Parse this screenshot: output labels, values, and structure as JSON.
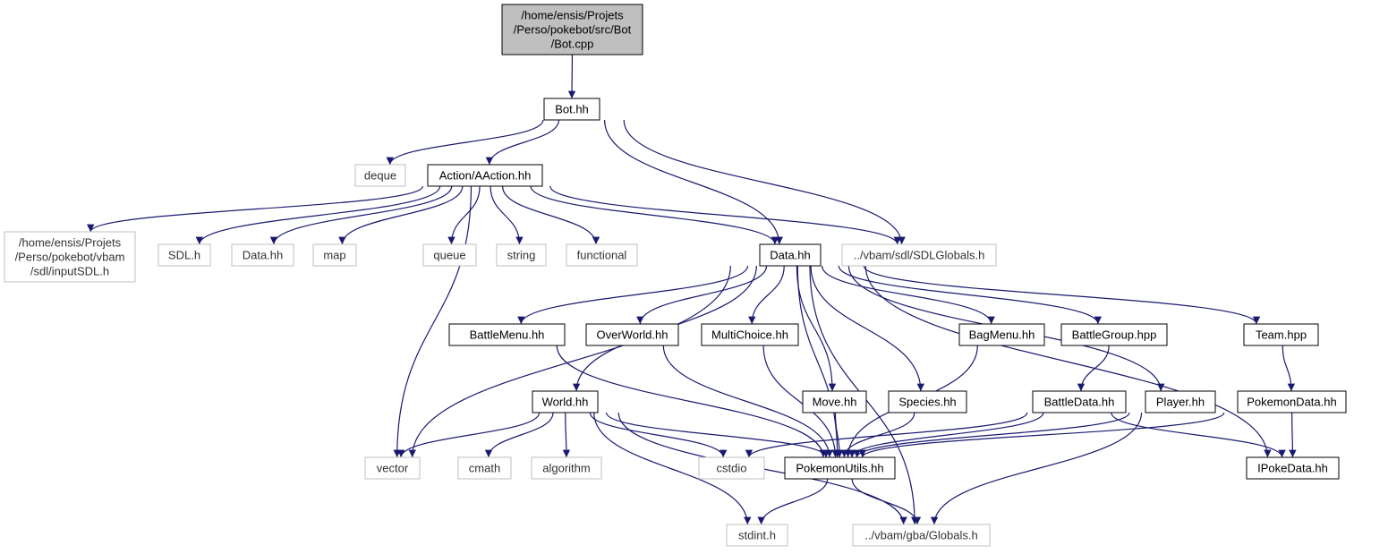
{
  "graph": {
    "root": [
      "/home/ensis/Projets",
      "/Perso/pokebot/src/Bot",
      "/Bot.cpp"
    ],
    "nodes": [
      {
        "id": "bot_cpp",
        "lines": [
          "/home/ensis/Projets",
          "/Perso/pokebot/src/Bot",
          "/Bot.cpp"
        ],
        "kind": "root"
      },
      {
        "id": "bot_hh",
        "lines": [
          "Bot.hh"
        ],
        "kind": "header"
      },
      {
        "id": "deque",
        "lines": [
          "deque"
        ],
        "kind": "missing"
      },
      {
        "id": "aaction_hh",
        "lines": [
          "Action/AAction.hh"
        ],
        "kind": "header"
      },
      {
        "id": "inputsdl_h",
        "lines": [
          "/home/ensis/Projets",
          "/Perso/pokebot/vbam",
          "/sdl/inputSDL.h"
        ],
        "kind": "missing"
      },
      {
        "id": "sdl_h",
        "lines": [
          "SDL.h"
        ],
        "kind": "missing"
      },
      {
        "id": "data_hh_ext",
        "lines": [
          "Data.hh"
        ],
        "kind": "missing"
      },
      {
        "id": "map",
        "lines": [
          "map"
        ],
        "kind": "missing"
      },
      {
        "id": "queue",
        "lines": [
          "queue"
        ],
        "kind": "missing"
      },
      {
        "id": "string",
        "lines": [
          "string"
        ],
        "kind": "missing"
      },
      {
        "id": "functional",
        "lines": [
          "functional"
        ],
        "kind": "missing"
      },
      {
        "id": "data_hh",
        "lines": [
          "Data.hh"
        ],
        "kind": "header"
      },
      {
        "id": "sdlglobals_h",
        "lines": [
          "../vbam/sdl/SDLGlobals.h"
        ],
        "kind": "missing"
      },
      {
        "id": "battlemenu_hh",
        "lines": [
          "BattleMenu.hh"
        ],
        "kind": "header"
      },
      {
        "id": "overworld_hh",
        "lines": [
          "OverWorld.hh"
        ],
        "kind": "header"
      },
      {
        "id": "multichoice_hh",
        "lines": [
          "MultiChoice.hh"
        ],
        "kind": "header"
      },
      {
        "id": "bagmenu_hh",
        "lines": [
          "BagMenu.hh"
        ],
        "kind": "header"
      },
      {
        "id": "battlegroup_hpp",
        "lines": [
          "BattleGroup.hpp"
        ],
        "kind": "header"
      },
      {
        "id": "team_hpp",
        "lines": [
          "Team.hpp"
        ],
        "kind": "header"
      },
      {
        "id": "world_hh",
        "lines": [
          "World.hh"
        ],
        "kind": "header"
      },
      {
        "id": "move_hh",
        "lines": [
          "Move.hh"
        ],
        "kind": "header"
      },
      {
        "id": "species_hh",
        "lines": [
          "Species.hh"
        ],
        "kind": "header"
      },
      {
        "id": "battledata_hh",
        "lines": [
          "BattleData.hh"
        ],
        "kind": "header"
      },
      {
        "id": "player_hh",
        "lines": [
          "Player.hh"
        ],
        "kind": "header"
      },
      {
        "id": "pokemondata_hh",
        "lines": [
          "PokemonData.hh"
        ],
        "kind": "header"
      },
      {
        "id": "vector",
        "lines": [
          "vector"
        ],
        "kind": "missing"
      },
      {
        "id": "cmath",
        "lines": [
          "cmath"
        ],
        "kind": "missing"
      },
      {
        "id": "algorithm",
        "lines": [
          "algorithm"
        ],
        "kind": "missing"
      },
      {
        "id": "cstdio",
        "lines": [
          "cstdio"
        ],
        "kind": "missing"
      },
      {
        "id": "pokemonutils_hh",
        "lines": [
          "PokemonUtils.hh"
        ],
        "kind": "header"
      },
      {
        "id": "ipokedata_hh",
        "lines": [
          "IPokeData.hh"
        ],
        "kind": "header"
      },
      {
        "id": "stdint_h",
        "lines": [
          "stdint.h"
        ],
        "kind": "missing"
      },
      {
        "id": "globals_h",
        "lines": [
          "../vbam/gba/Globals.h"
        ],
        "kind": "missing"
      }
    ],
    "edges": [
      [
        "bot_cpp",
        "bot_hh"
      ],
      [
        "bot_hh",
        "deque"
      ],
      [
        "bot_hh",
        "aaction_hh"
      ],
      [
        "bot_hh",
        "data_hh"
      ],
      [
        "bot_hh",
        "sdlglobals_h"
      ],
      [
        "aaction_hh",
        "inputsdl_h"
      ],
      [
        "aaction_hh",
        "sdl_h"
      ],
      [
        "aaction_hh",
        "data_hh_ext"
      ],
      [
        "aaction_hh",
        "map"
      ],
      [
        "aaction_hh",
        "vector"
      ],
      [
        "aaction_hh",
        "queue"
      ],
      [
        "aaction_hh",
        "string"
      ],
      [
        "aaction_hh",
        "functional"
      ],
      [
        "aaction_hh",
        "data_hh"
      ],
      [
        "aaction_hh",
        "sdlglobals_h"
      ],
      [
        "data_hh",
        "vector"
      ],
      [
        "data_hh",
        "battlemenu_hh"
      ],
      [
        "data_hh",
        "world_hh"
      ],
      [
        "data_hh",
        "overworld_hh"
      ],
      [
        "data_hh",
        "multichoice_hh"
      ],
      [
        "data_hh",
        "pokemonutils_hh"
      ],
      [
        "data_hh",
        "move_hh"
      ],
      [
        "data_hh",
        "species_hh"
      ],
      [
        "data_hh",
        "bagmenu_hh"
      ],
      [
        "data_hh",
        "battlegroup_hpp"
      ],
      [
        "data_hh",
        "team_hpp"
      ],
      [
        "data_hh",
        "player_hh"
      ],
      [
        "data_hh",
        "ipokedata_hh"
      ],
      [
        "data_hh",
        "globals_h"
      ],
      [
        "battlemenu_hh",
        "pokemonutils_hh"
      ],
      [
        "overworld_hh",
        "pokemonutils_hh"
      ],
      [
        "multichoice_hh",
        "pokemonutils_hh"
      ],
      [
        "bagmenu_hh",
        "pokemonutils_hh"
      ],
      [
        "battlegroup_hpp",
        "battledata_hh"
      ],
      [
        "team_hpp",
        "pokemondata_hh"
      ],
      [
        "world_hh",
        "vector"
      ],
      [
        "world_hh",
        "cmath"
      ],
      [
        "world_hh",
        "algorithm"
      ],
      [
        "world_hh",
        "cstdio"
      ],
      [
        "world_hh",
        "pokemonutils_hh"
      ],
      [
        "world_hh",
        "stdint_h"
      ],
      [
        "world_hh",
        "globals_h"
      ],
      [
        "move_hh",
        "pokemonutils_hh"
      ],
      [
        "species_hh",
        "pokemonutils_hh"
      ],
      [
        "battledata_hh",
        "cstdio"
      ],
      [
        "battledata_hh",
        "pokemonutils_hh"
      ],
      [
        "battledata_hh",
        "ipokedata_hh"
      ],
      [
        "player_hh",
        "pokemonutils_hh"
      ],
      [
        "player_hh",
        "globals_h"
      ],
      [
        "pokemondata_hh",
        "pokemonutils_hh"
      ],
      [
        "pokemondata_hh",
        "ipokedata_hh"
      ],
      [
        "pokemonutils_hh",
        "stdint_h"
      ],
      [
        "pokemonutils_hh",
        "globals_h"
      ]
    ]
  },
  "colors": {
    "edge": "#191970",
    "root_fill": "#bfbfbf",
    "header_border": "#000000",
    "missing_border": "#bfbfbf",
    "text": "#000000"
  }
}
